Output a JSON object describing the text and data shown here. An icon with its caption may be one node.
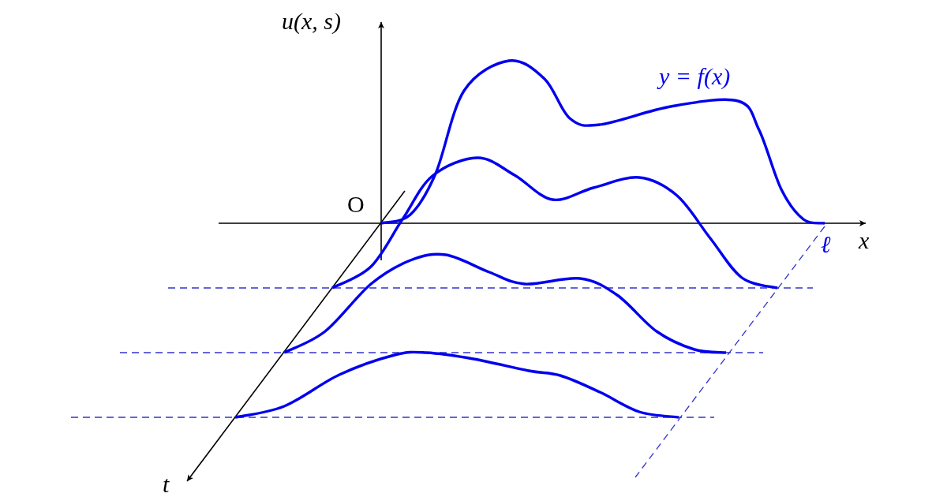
{
  "diagram": {
    "labels": [
      "u(x, s)",
      "O",
      "y = f(x)",
      "ℓ",
      "x",
      "t"
    ]
  }
}
